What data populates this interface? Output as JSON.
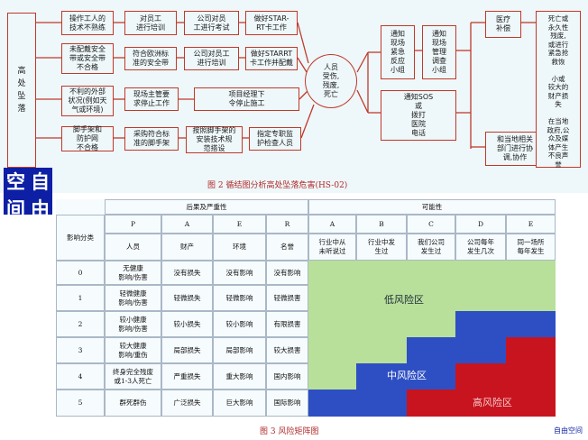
{
  "diagram": {
    "root": "高\n处\n坠\n落",
    "col1": [
      "操作工人的\n技术不熟练",
      "未配戴安全\n带或安全带\n不合格",
      "不利的外部\n状况(例如天\n气或环境)",
      "脚手架和\n防护网\n不合格"
    ],
    "col2": [
      "对员工\n进行培训",
      "符合欧洲标\n准的安全带",
      "现场主管要\n求停止工作",
      "采购符合标\n准的脚手架"
    ],
    "col3": [
      "公司对员\n工进行考试",
      "公司对员工\n进行培训",
      "项目经理下\n令停止施工",
      "按照脚手架的\n安装技术规\n范搭设"
    ],
    "col4": [
      "做好STAR-\nRT卡工作",
      "做好STARRT\n卡工作并配戴",
      "指定专职监\n护检查人员"
    ],
    "center": "人员\n受伤,\n残废,\n死亡",
    "col5": [
      "通知\n现场\n紧急\n反应\n小组",
      "通知\n现场\n管理\n调查\n小组",
      "通知SOS\n或\n拨打\n医院\n电话"
    ],
    "col6": [
      "医疗\n补偿",
      "和当地相关\n部门进行协\n调,协作"
    ],
    "right_text": "死亡或\n永久性\n残废,\n或进行\n紧急抢\n救恢\n\n小或\n较大的\n财产损\n失\n\n在当地\n政府,公\n众及媒\n体产生\n不良声\n誉",
    "caption": "图 2   循结图分析高处坠落危害(HS-02)"
  },
  "logo": [
    "空",
    "自",
    "间",
    "由"
  ],
  "matrix": {
    "left_header": "后果及严重性",
    "right_header": "可能性",
    "first_col_header": "影响分类",
    "consequence_codes": [
      "P",
      "A",
      "E",
      "R"
    ],
    "consequence_names": [
      "人员",
      "财产",
      "环境",
      "名誉"
    ],
    "likelihood_codes": [
      "A",
      "B",
      "C",
      "D",
      "E"
    ],
    "likelihood_names": [
      "行业中从\n未听说过",
      "行业中发\n生过",
      "我们公司\n发生过",
      "公司每年\n发生几次",
      "同一场所\n每年发生"
    ],
    "rows": [
      {
        "level": "0",
        "cells": [
          "无健康\n影响/伤害",
          "没有损失",
          "没有影响",
          "没有影响"
        ],
        "risk": [
          "L",
          "L",
          "L",
          "L",
          "L"
        ]
      },
      {
        "level": "1",
        "cells": [
          "轻微健康\n影响/伤害",
          "轻微损失",
          "轻微影响",
          "轻微损害"
        ],
        "risk": [
          "L",
          "L",
          "L",
          "L",
          "L"
        ]
      },
      {
        "level": "2",
        "cells": [
          "较小健康\n影响/伤害",
          "较小损失",
          "较小影响",
          "有限损害"
        ],
        "risk": [
          "L",
          "L",
          "L",
          "M",
          "M"
        ]
      },
      {
        "level": "3",
        "cells": [
          "较大健康\n影响/重伤",
          "局部损失",
          "局部影响",
          "较大损害"
        ],
        "risk": [
          "L",
          "L",
          "M",
          "M",
          "H"
        ]
      },
      {
        "level": "4",
        "cells": [
          "终身完全残废\n或1-3人死亡",
          "严重损失",
          "重大影响",
          "国内影响"
        ],
        "risk": [
          "L",
          "M",
          "M",
          "H",
          "H"
        ]
      },
      {
        "level": "5",
        "cells": [
          "群死群伤",
          "广泛损失",
          "巨大影响",
          "国际影响"
        ],
        "risk": [
          "M",
          "M",
          "H",
          "H",
          "H"
        ]
      }
    ],
    "zone_labels": {
      "low": "低风险区",
      "mid": "中风险区",
      "high": "高风险区"
    },
    "colors": {
      "low": "#b9e09a",
      "mid": "#2e4fc4",
      "high": "#c8141e"
    },
    "caption": "图 3   风险矩阵图"
  },
  "footer": "自由空间"
}
